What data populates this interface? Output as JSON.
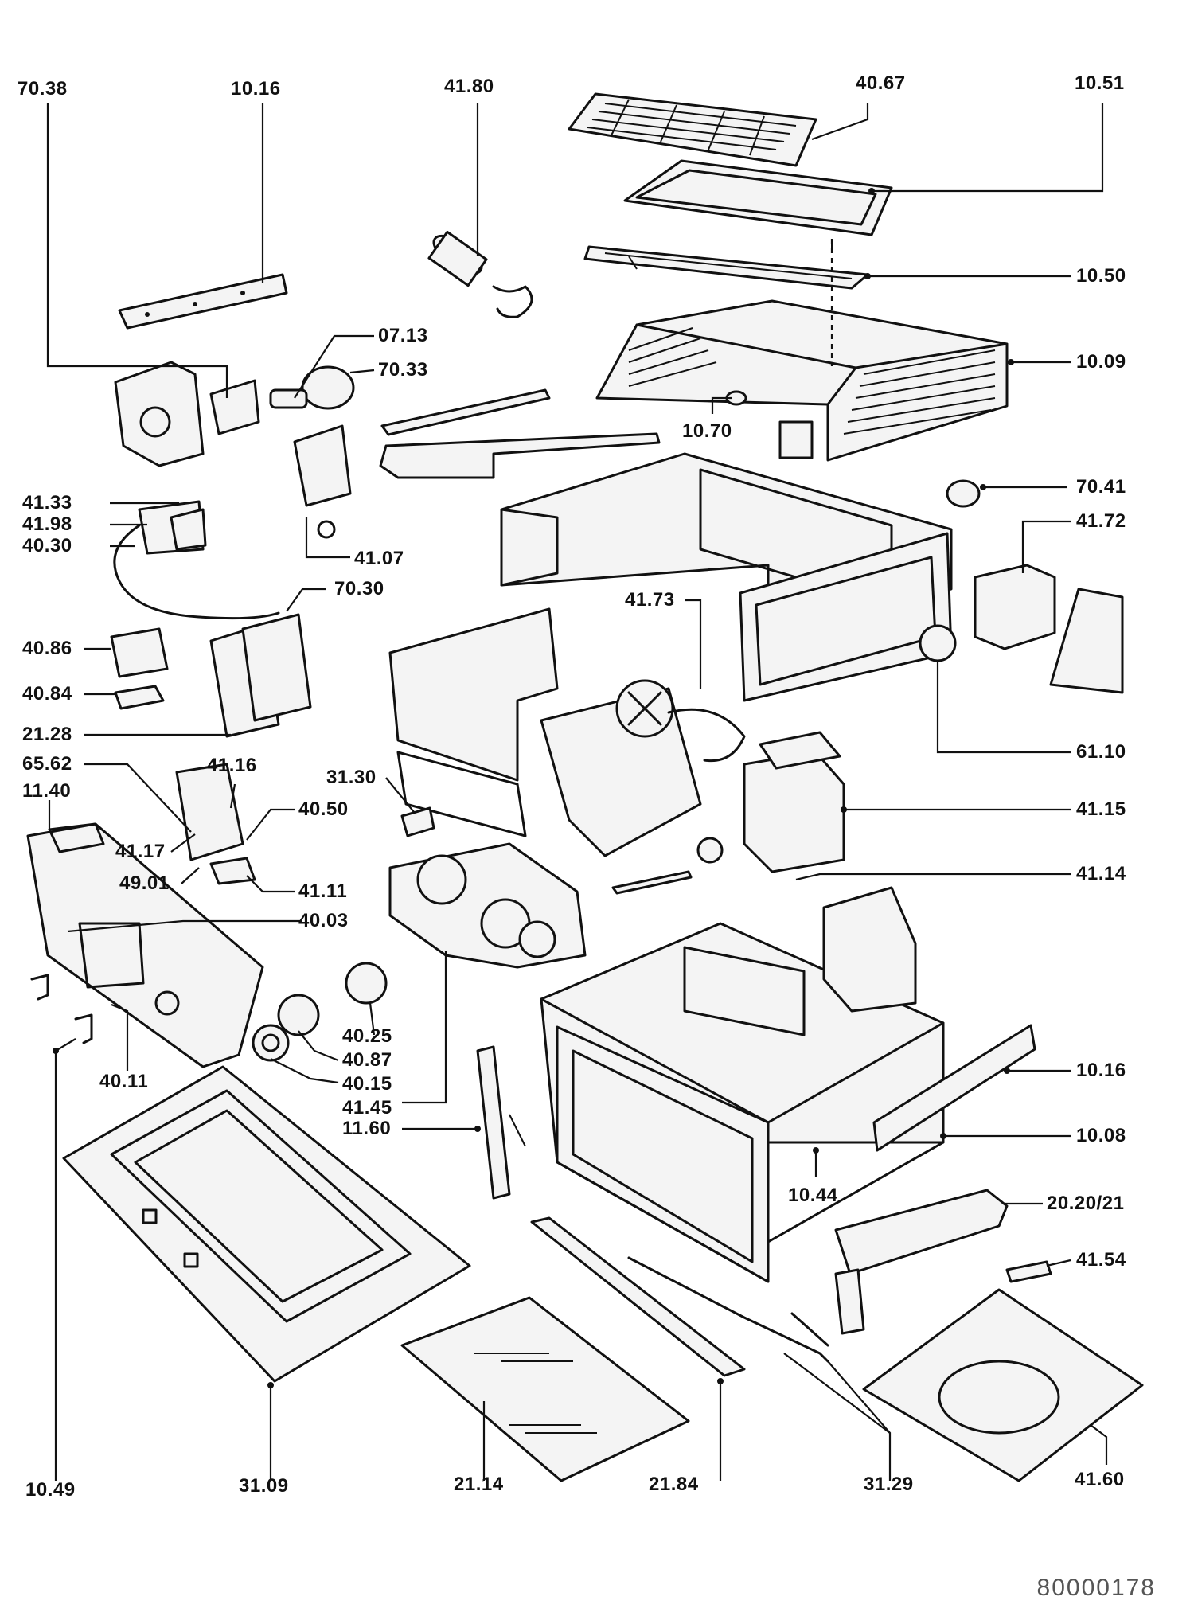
{
  "document_number": "80000178",
  "labels": {
    "l7038": "70.38",
    "l1016a": "10.16",
    "l4180": "41.80",
    "l4067": "40.67",
    "l1051": "10.51",
    "l1050": "10.50",
    "l0713": "07.13",
    "l7033": "70.33",
    "l1009": "10.09",
    "l1070": "10.70",
    "l7041": "70.41",
    "l4133": "41.33",
    "l4198": "41.98",
    "l4030": "40.30",
    "l4107": "41.07",
    "l4172": "41.72",
    "l7030": "70.30",
    "l4173": "41.73",
    "l4086": "40.86",
    "l4084": "40.84",
    "l2128": "21.28",
    "l6110": "61.10",
    "l6562": "65.62",
    "l4116": "41.16",
    "l3130": "31.30",
    "l1140": "11.40",
    "l4050": "40.50",
    "l4115": "41.15",
    "l4117": "41.17",
    "l4901": "49.01",
    "l4111": "41.11",
    "l4114": "41.14",
    "l4003": "40.03",
    "l4025": "40.25",
    "l4087": "40.87",
    "l4015": "40.15",
    "l4011": "40.11",
    "l4145": "41.45",
    "l1160": "11.60",
    "l1016b": "10.16",
    "l1008": "10.08",
    "l1044": "10.44",
    "l2020": "20.20/21",
    "l4154": "41.54",
    "l4160": "41.60",
    "l1049": "10.49",
    "l3109": "31.09",
    "l2114": "21.14",
    "l2184": "21.84",
    "l3129": "31.29"
  }
}
